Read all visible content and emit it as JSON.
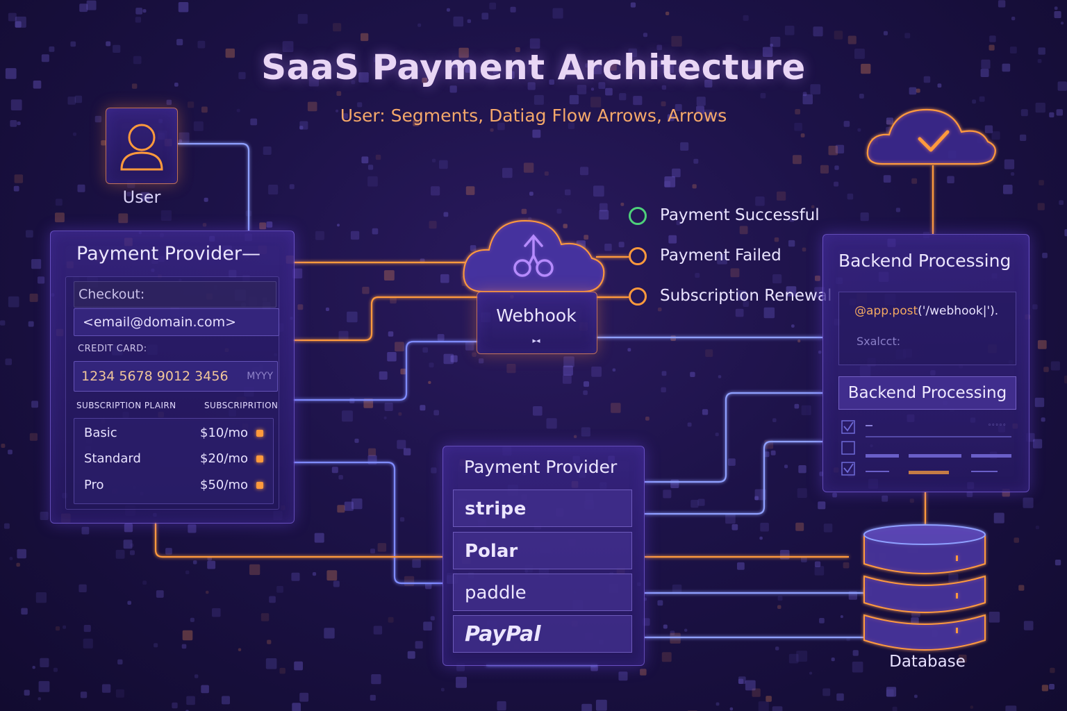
{
  "header": {
    "title": "SaaS Payment Architecture",
    "subtitle": "User: Segments, Datiag Flow Arrows, Arrows"
  },
  "user": {
    "label": "User"
  },
  "payment_form": {
    "title": "Payment Provider—",
    "checkout_label": "Checkout:",
    "email_value": "<email@domain.com>",
    "card_label": "CREDIT CARD:",
    "card_number": "1234  5678  9012  3456",
    "card_expiry_placeholder": "MYYY",
    "plan_header_left": "SUBSCRIPTION PLAIRN",
    "plan_header_right": "SUBSCRIPRITION",
    "plans": [
      {
        "name": "Basic",
        "price": "$10/mo"
      },
      {
        "name": "Standard",
        "price": "$20/mo"
      },
      {
        "name": "Pro",
        "price": "$50/mo"
      }
    ]
  },
  "webhook": {
    "label": "Webhook",
    "mark": "▸◂"
  },
  "events": [
    {
      "label": "Payment Successful",
      "color": "#4ed17a"
    },
    {
      "label": "Payment Failed",
      "color": "#ff9a3c"
    },
    {
      "label": "Subscription Renewal",
      "color": "#ff9a3c"
    }
  ],
  "backend": {
    "title": "Backend Processing",
    "code_prefix": "@app.post",
    "code_rest": "('/webhook|').",
    "code_select": "Sxalcct:",
    "button_label": "Backend Processing",
    "task_counter": "◦◦◦◦◦"
  },
  "providers": {
    "title": "Payment Provider",
    "items": [
      "stripe",
      "Polar",
      "paddle",
      "PayPal"
    ]
  },
  "database": {
    "label": "Database"
  },
  "colors": {
    "orange": "#ff9a3c",
    "blue": "#6f7bff",
    "purple": "#9b6bff",
    "green": "#4ed17a"
  }
}
